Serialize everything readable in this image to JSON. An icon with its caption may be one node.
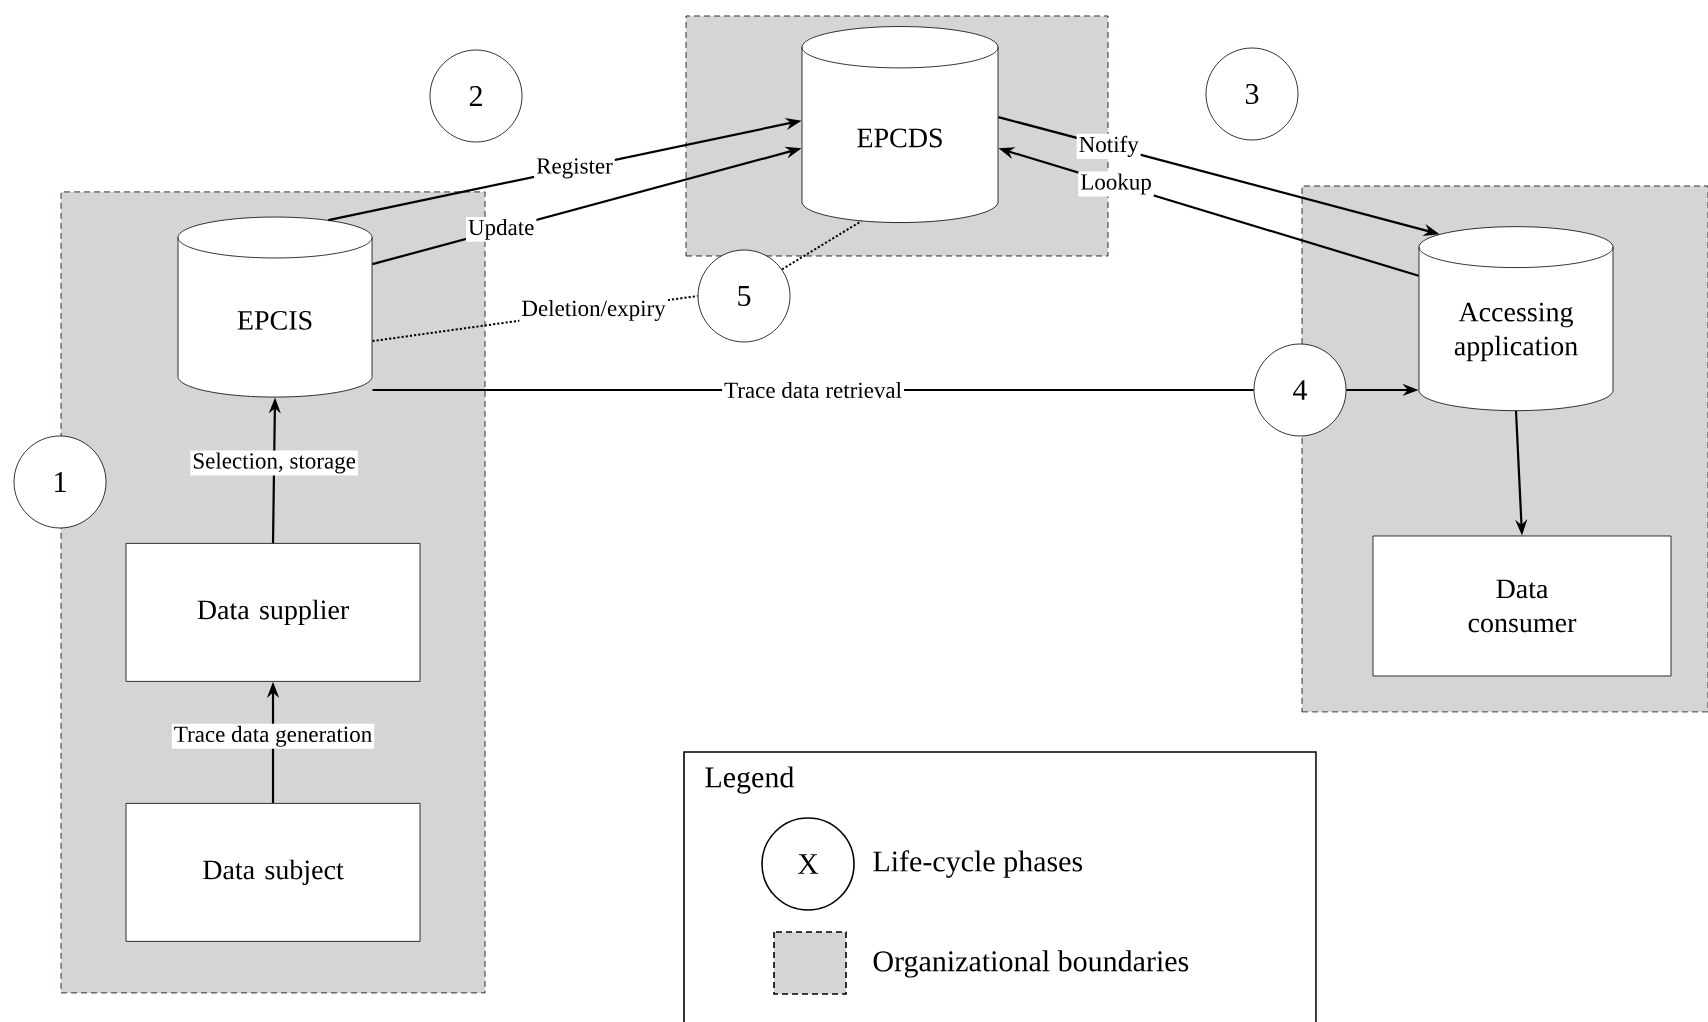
{
  "diagram": {
    "nodes": [
      {
        "text": [],
        "shape": "box"
      },
      {
        "text": [
          "EPCDS"
        ],
        "in": 0
      },
      {
        "text": [
          "2"
        ]
      },
      {
        "text": [
          "3"
        ]
      },
      {
        "text": [],
        "shape": "box"
      },
      {
        "text": [
          "EPCIS"
        ],
        "in": 4
      },
      {
        "text": [
          "5"
        ]
      },
      {
        "text": [],
        "shape": "box"
      },
      {
        "text": [
          "Accessing application"
        ],
        "in": 7
      },
      {
        "text": [
          "1"
        ]
      },
      {
        "text": [
          "4"
        ]
      },
      {
        "text": [
          "Data supplier"
        ],
        "in": 4
      },
      {
        "text": [
          "Data consumer"
        ],
        "in": 7
      },
      {
        "text": [
          "Data subject"
        ],
        "in": 4
      }
    ],
    "edges": [
      {
        "from": 5,
        "to": 1,
        "arrow": "to",
        "label": "Register"
      },
      {
        "from": 5,
        "to": 1,
        "arrow": "to",
        "label": "Update"
      },
      {
        "from": 5,
        "to": 6,
        "arrow": "none",
        "label": "Deletion/expiry",
        "style": "dashed"
      },
      {
        "from": 6,
        "to": 1,
        "arrow": "none",
        "style": "dashed"
      },
      {
        "from": 1,
        "to": 8,
        "arrow": "to",
        "label": "Notify"
      },
      {
        "from": 8,
        "to": 1,
        "arrow": "to",
        "label": "Lookup"
      },
      {
        "from": 5,
        "to": 10,
        "arrow": "none",
        "label": "Trace data retrieval"
      },
      {
        "from": 10,
        "to": 8,
        "arrow": "to"
      },
      {
        "from": 8,
        "to": 12,
        "arrow": "to"
      },
      {
        "from": 11,
        "to": 5,
        "arrow": "to",
        "label": "Selection, storage"
      },
      {
        "from": 13,
        "to": 11,
        "arrow": "to",
        "label": "Trace data generation"
      }
    ],
    "labels": [
      "Legend",
      "X"
    ],
    "legend": [
      {
        "text": "Life-cycle phases"
      },
      {
        "text": "Organizational boundaries",
        "color": "#d4d5d7"
      }
    ]
  }
}
